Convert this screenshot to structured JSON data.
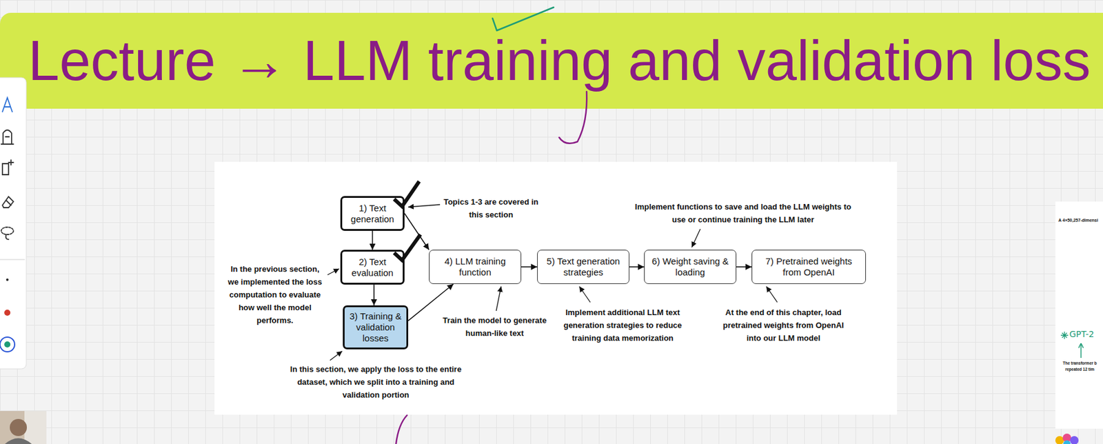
{
  "diagram": {
    "title": "Lecture → LLM training and validation loss",
    "nodes": [
      {
        "text": [
          "1) Text generation"
        ]
      },
      {
        "text": [
          "2) Text evaluation"
        ]
      },
      {
        "text": [
          "3) Training & validation losses"
        ]
      },
      {
        "text": [
          "4) LLM training function"
        ]
      },
      {
        "text": [
          "5) Text generation strategies"
        ]
      },
      {
        "text": [
          "6) Weight saving & loading"
        ]
      },
      {
        "text": [
          "7) Pretrained weights from OpenAI"
        ]
      }
    ],
    "edges": [
      {
        "from": 0,
        "to": 1,
        "arrow": "to"
      },
      {
        "from": 1,
        "to": 2,
        "arrow": "to"
      },
      {
        "from": 0,
        "to": 3,
        "arrow": "to"
      },
      {
        "from": 2,
        "to": 3,
        "arrow": "to"
      },
      {
        "from": 3,
        "to": 4,
        "arrow": "to"
      },
      {
        "from": 4,
        "to": 5,
        "arrow": "to"
      },
      {
        "from": 5,
        "to": 6,
        "arrow": "to"
      }
    ],
    "labels": [
      "Topics 1-3 are covered in this section",
      "In the previous section, we implemented the loss computation to evaluate how well the model performs.",
      "In this section, we apply the loss to the entire dataset, which we split into a training and validation portion",
      "Train the model to generate human-like text",
      "Implement additional LLM text generation strategies to reduce training data memorization",
      "Implement functions to save and load the LLM weights to use or continue training the LLM later",
      "At the end of this chapter, load pretrained weights from OpenAI into our LLM model",
      "A 4×50,257-dimensi",
      "GPT-2",
      "The transformer b",
      "repeated 12 tim"
    ]
  }
}
